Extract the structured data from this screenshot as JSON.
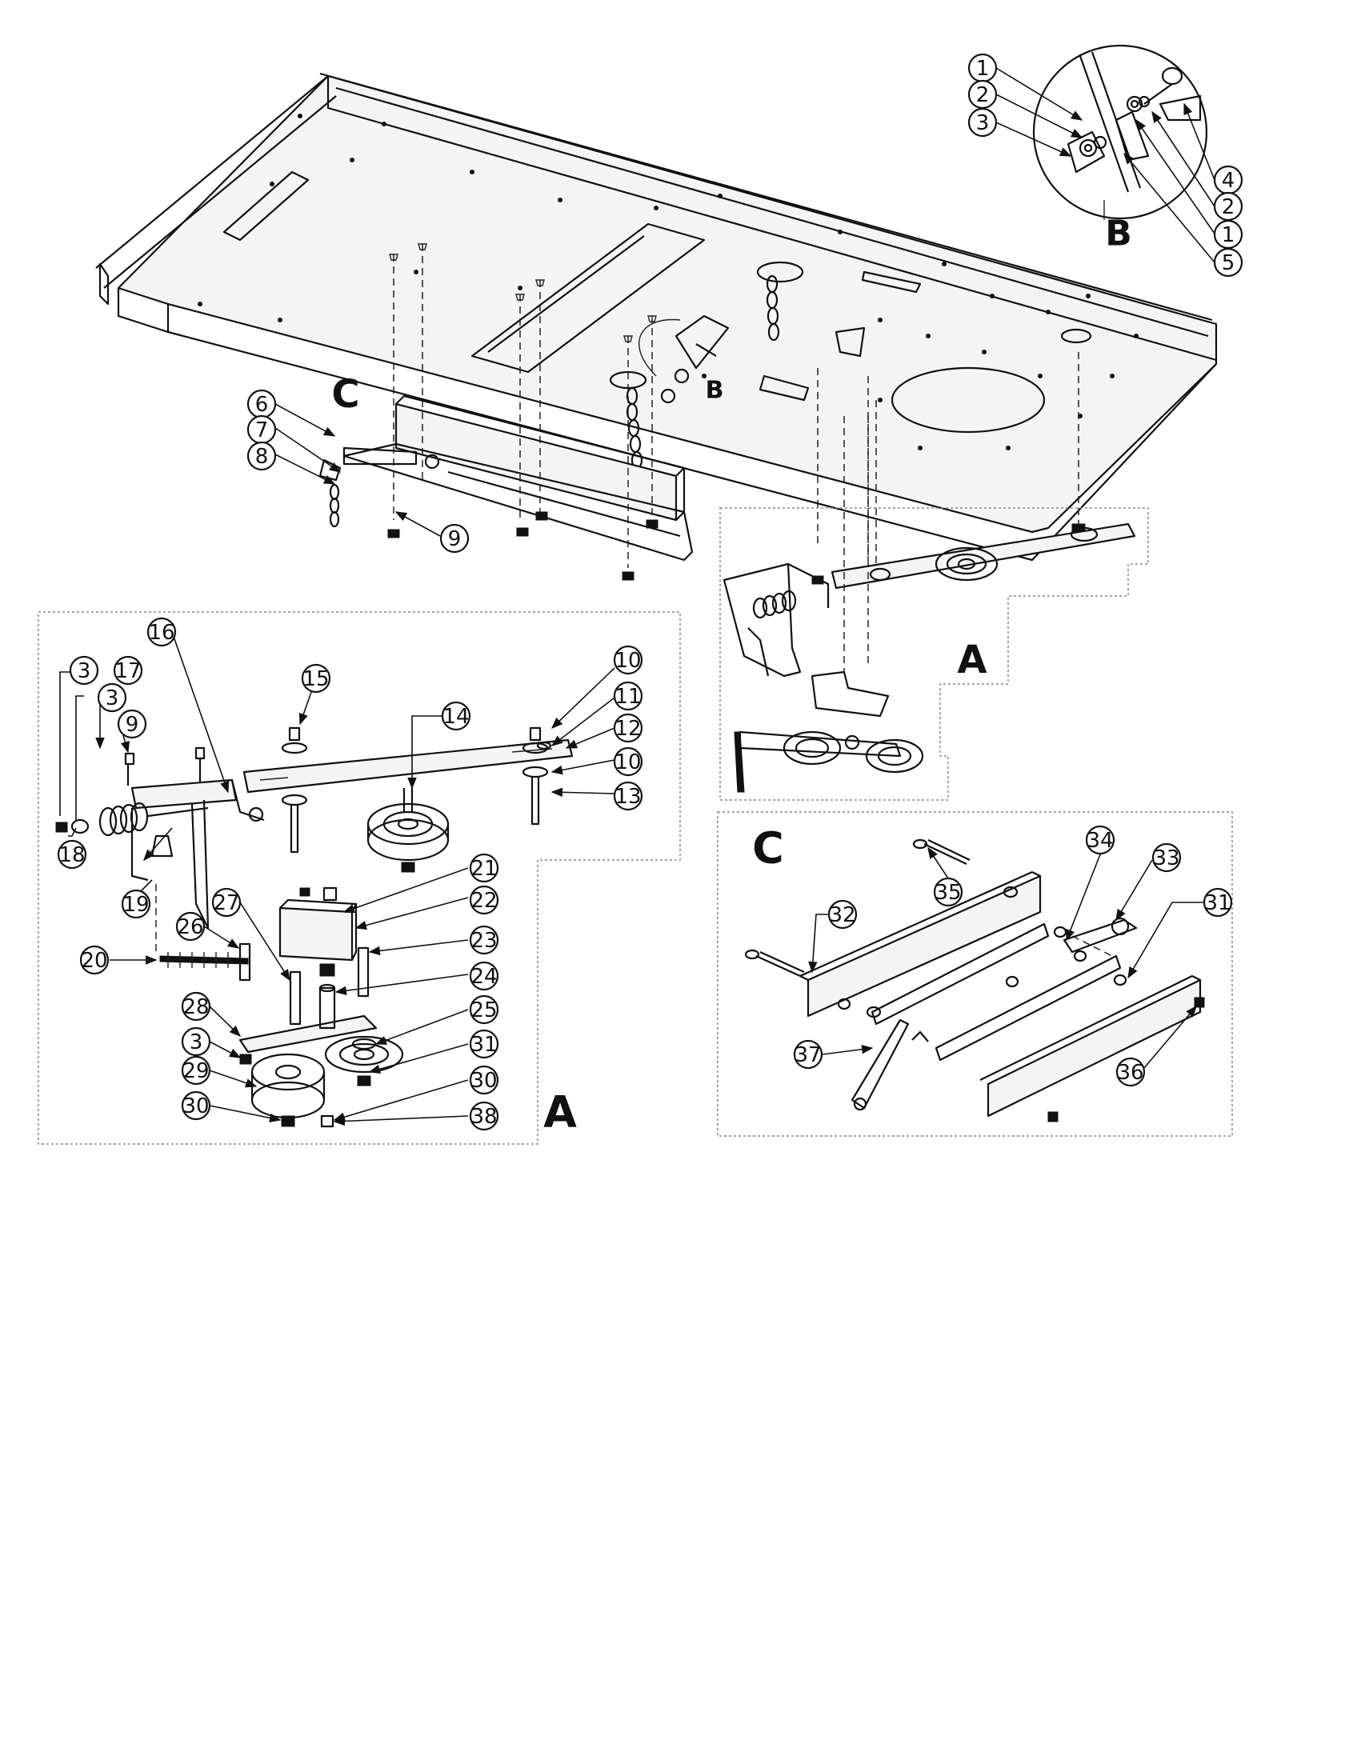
{
  "views": {
    "main": {
      "labels": [
        "C",
        "B",
        "A"
      ]
    },
    "detail_b": {
      "label": "B",
      "callouts": [
        "1",
        "2",
        "3",
        "4",
        "2",
        "1",
        "5"
      ]
    },
    "detail_a": {
      "label": "A",
      "callouts": [
        "3",
        "17",
        "3",
        "9",
        "16",
        "15",
        "14",
        "10",
        "11",
        "12",
        "10",
        "13",
        "18",
        "19",
        "20",
        "21",
        "22",
        "27",
        "26",
        "23",
        "24",
        "28",
        "25",
        "3",
        "31",
        "29",
        "30",
        "30",
        "38"
      ]
    },
    "detail_c": {
      "label": "C",
      "callouts": [
        "34",
        "33",
        "35",
        "32",
        "31",
        "37",
        "36"
      ]
    },
    "main_callouts": [
      "6",
      "7",
      "8",
      "9"
    ]
  }
}
